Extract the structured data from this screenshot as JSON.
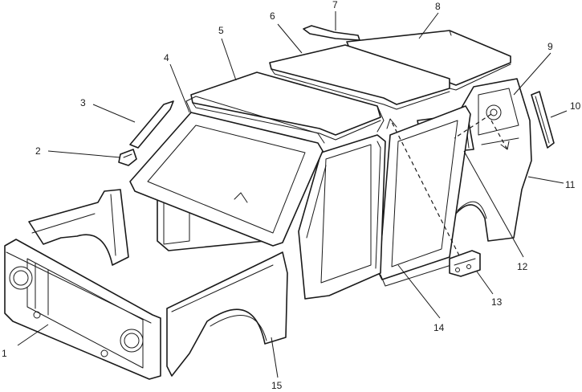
{
  "callouts": [
    {
      "id": "1",
      "label": "1"
    },
    {
      "id": "2",
      "label": "2"
    },
    {
      "id": "3",
      "label": "3"
    },
    {
      "id": "4",
      "label": "4"
    },
    {
      "id": "5",
      "label": "5"
    },
    {
      "id": "6",
      "label": "6"
    },
    {
      "id": "7",
      "label": "7"
    },
    {
      "id": "8",
      "label": "8"
    },
    {
      "id": "9",
      "label": "9"
    },
    {
      "id": "10",
      "label": "10"
    },
    {
      "id": "11",
      "label": "11"
    },
    {
      "id": "12",
      "label": "12"
    },
    {
      "id": "13",
      "label": "13"
    },
    {
      "id": "14",
      "label": "14"
    },
    {
      "id": "15",
      "label": "15"
    }
  ],
  "colors": {
    "line": "#1a1a1a",
    "background": "#ffffff"
  }
}
